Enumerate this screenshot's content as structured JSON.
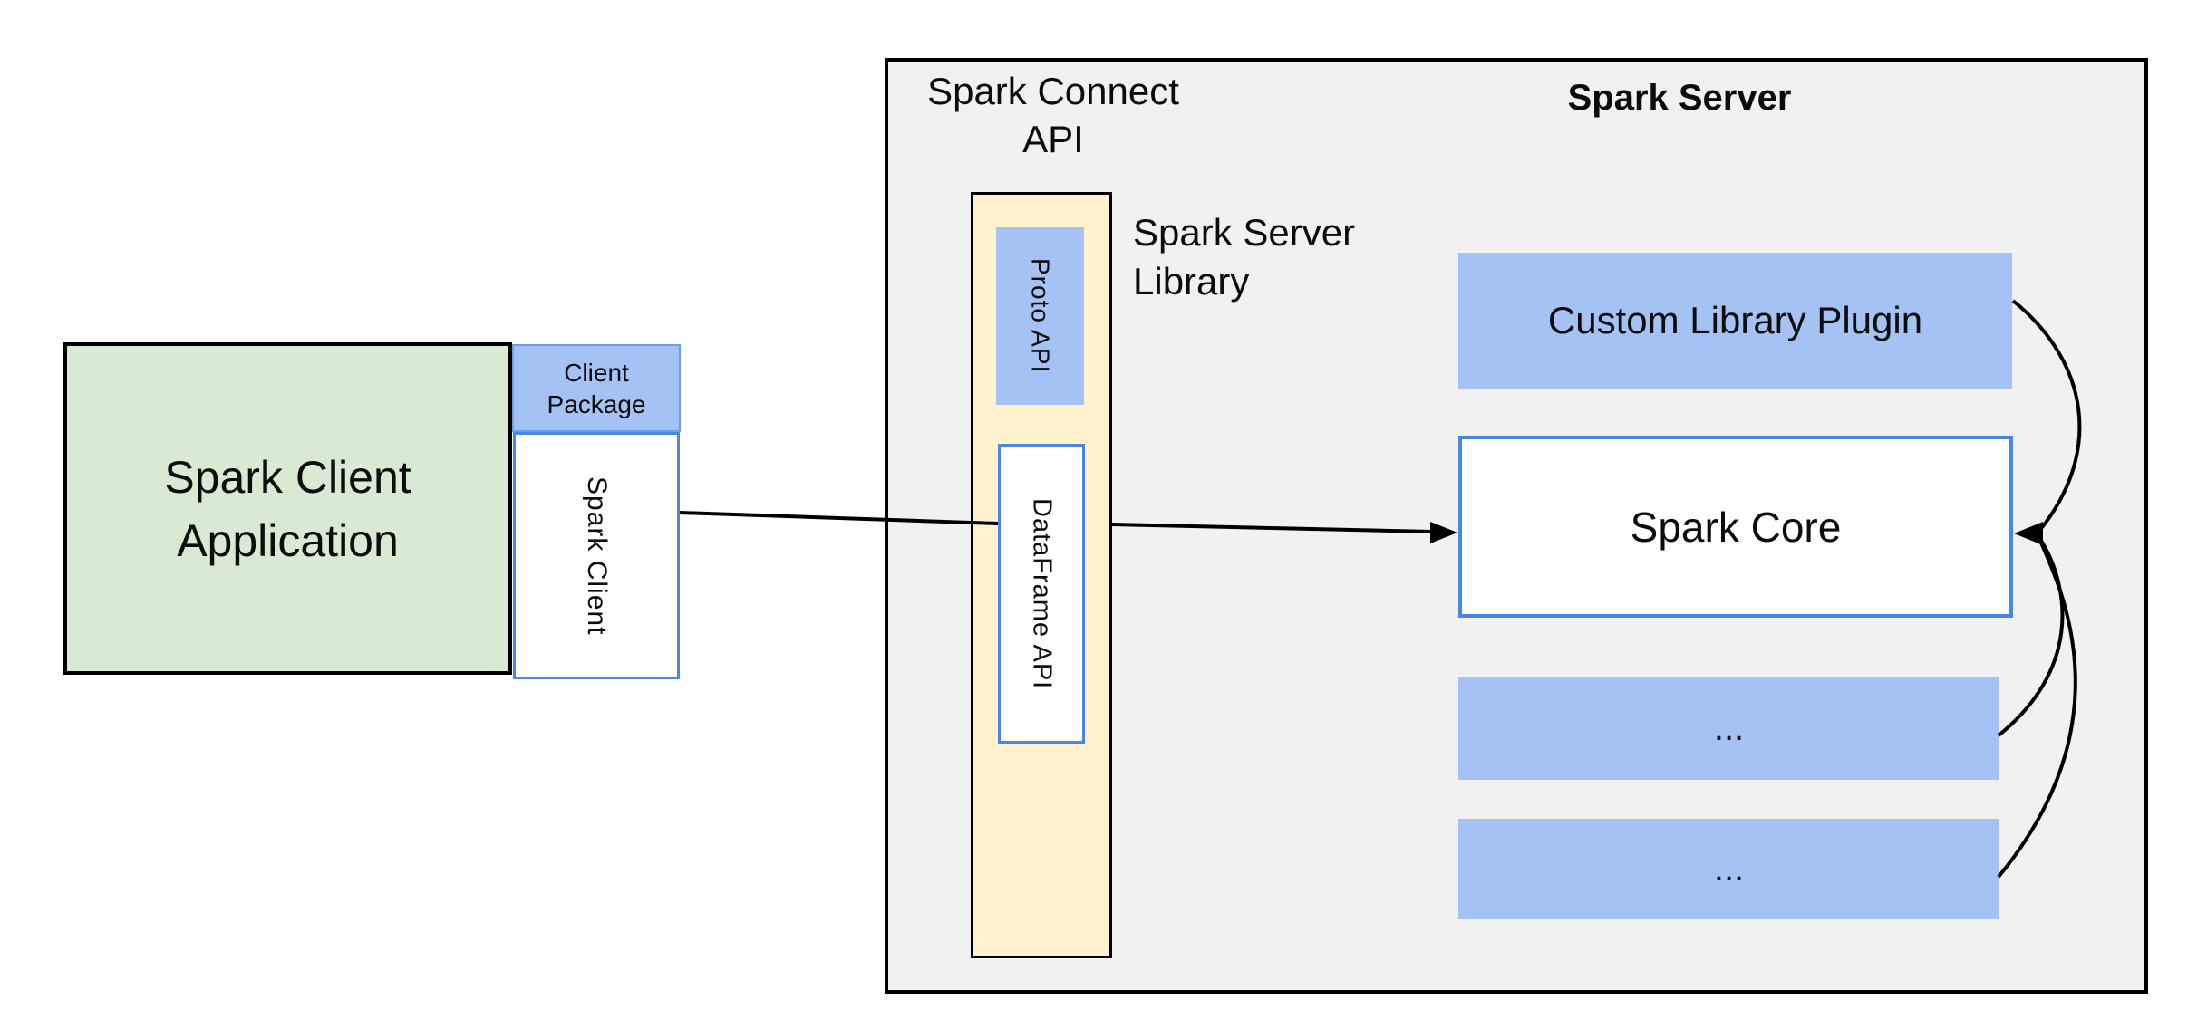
{
  "diagram": {
    "client": {
      "app_line1": "Spark Client",
      "app_line2": "Application",
      "package_line1": "Client",
      "package_line2": "Package",
      "spark_client_label": "Spark Client"
    },
    "connect_api": {
      "label_line1": "Spark Connect",
      "label_line2": "API",
      "proto_api_label": "Proto API",
      "dataframe_api_label": "DataFrame API",
      "library_line1": "Spark Server",
      "library_line2": "Library"
    },
    "server": {
      "title": "Spark Server",
      "custom_plugin_label": "Custom Library Plugin",
      "spark_core_label": "Spark Core",
      "placeholder_box_1": "...",
      "placeholder_box_2": "..."
    },
    "colors": {
      "server_panel_fill": "#f1f1f2",
      "panel_border": "#000000",
      "client_app_fill": "#d9ead3",
      "accent_blue_fill": "#a4c2f4",
      "blue_box_border": "#4a86e8",
      "library_column_fill": "#fff2cc",
      "connector": "#000000"
    }
  }
}
